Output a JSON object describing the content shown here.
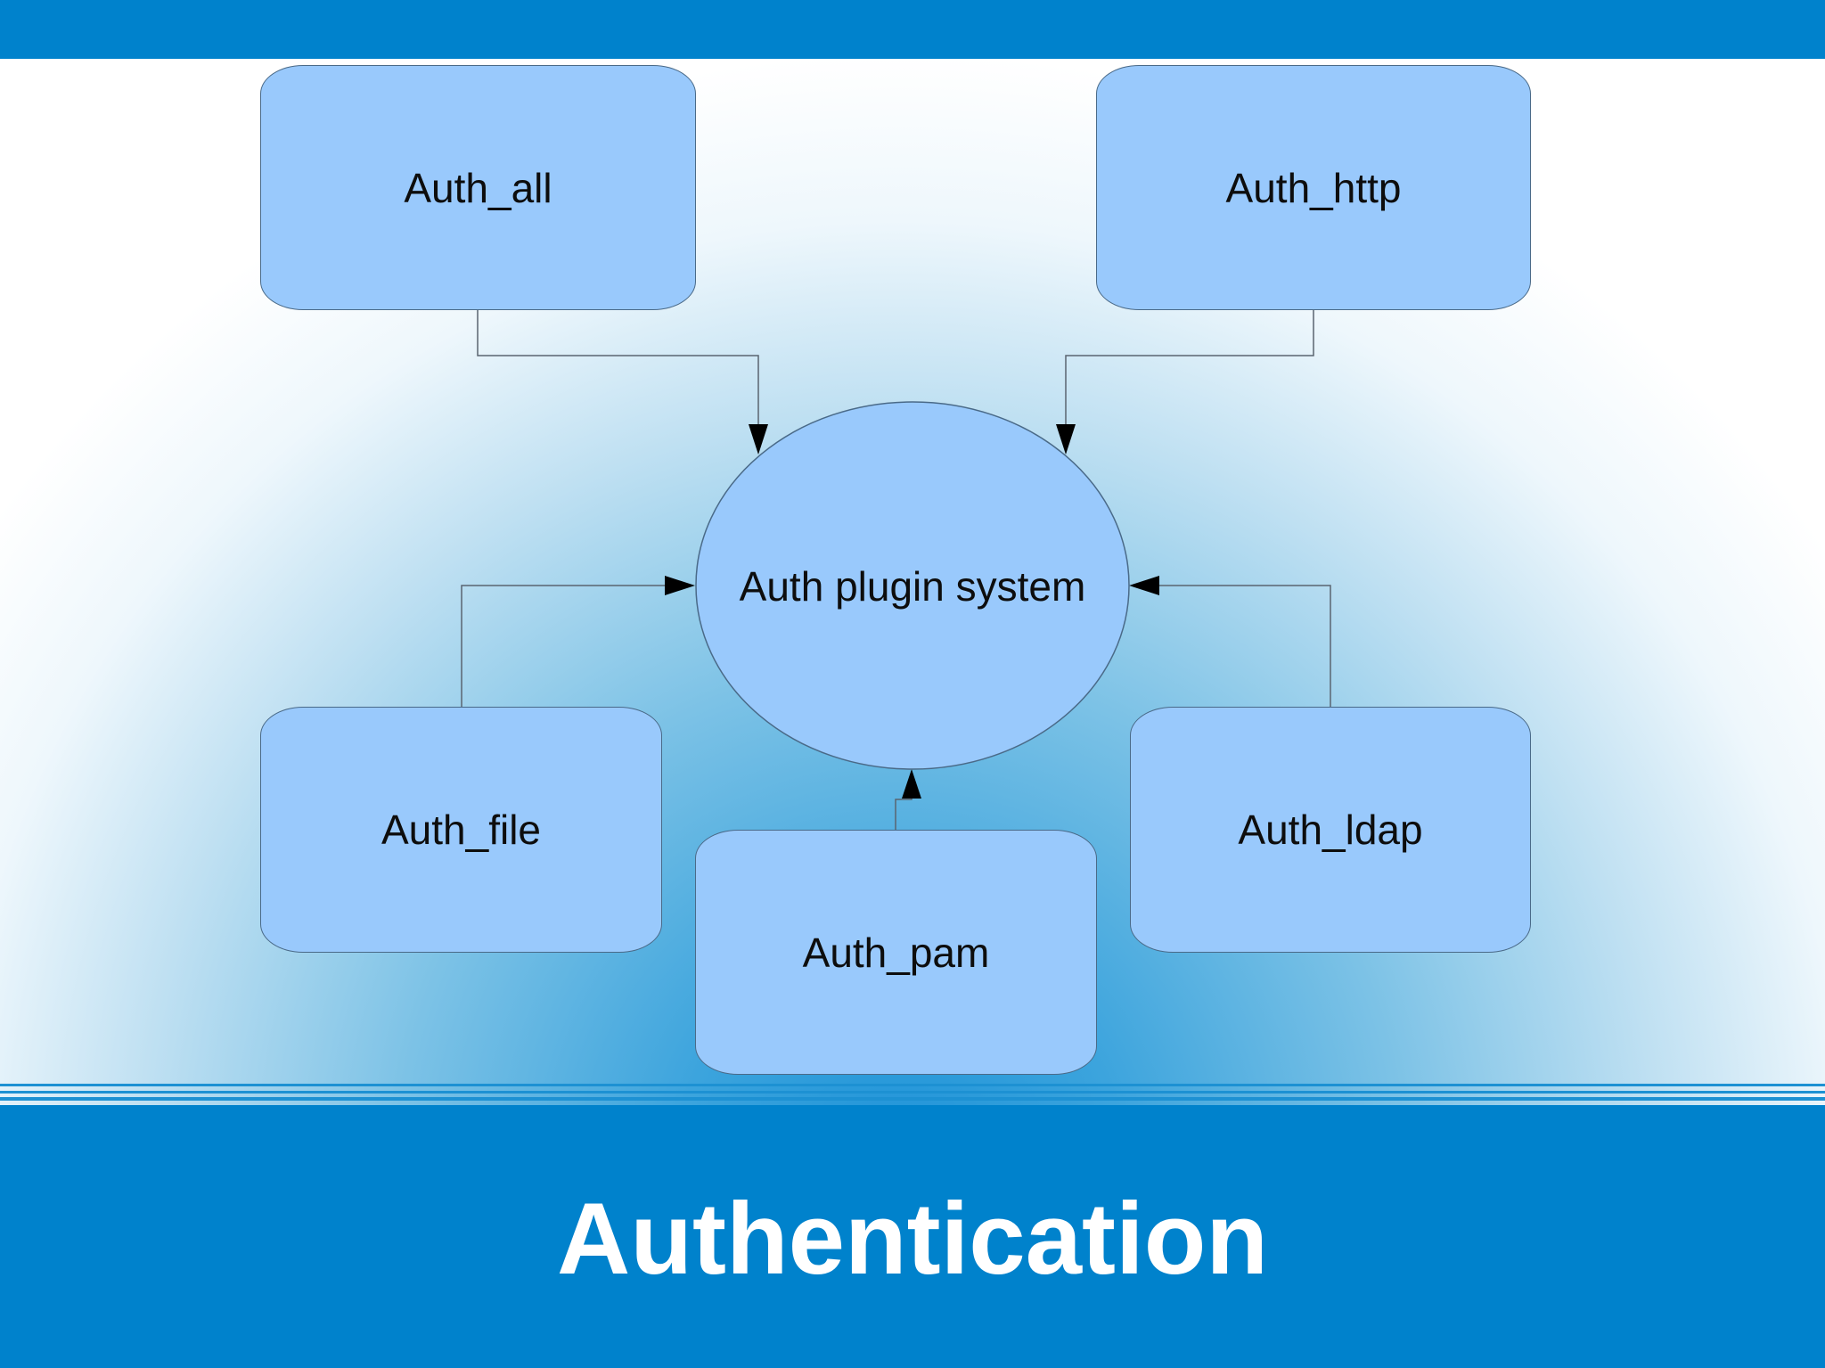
{
  "diagram": {
    "center": {
      "label": "Auth plugin system"
    },
    "modules": [
      {
        "id": "auth-all",
        "label": "Auth_all"
      },
      {
        "id": "auth-http",
        "label": "Auth_http"
      },
      {
        "id": "auth-file",
        "label": "Auth_file"
      },
      {
        "id": "auth-pam",
        "label": "Auth_pam"
      },
      {
        "id": "auth-ldap",
        "label": "Auth_ldap"
      }
    ]
  },
  "slide": {
    "title": "Authentication"
  },
  "colors": {
    "band": "#0082cc",
    "node_fill": "#99c9fc",
    "node_stroke": "#4a6a88",
    "connector": "#5a6470",
    "arrowhead": "#000000"
  }
}
